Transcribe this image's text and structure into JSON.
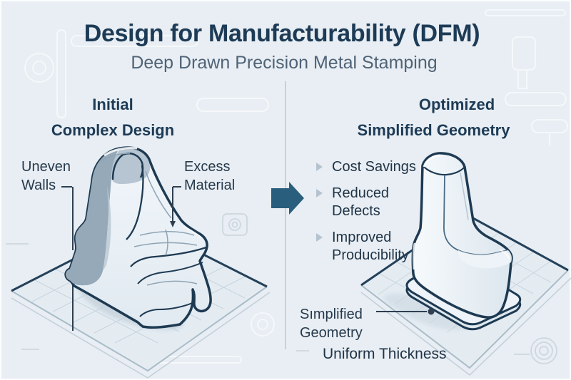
{
  "header": {
    "title": "Design for Manufacturability (DFM)",
    "subtitle": "Deep Drawn Precision Metal Stamping"
  },
  "left_panel": {
    "heading_line1": "Initial",
    "heading_line2": "Complex Design",
    "callout_uneven_walls": "Uneven Walls",
    "callout_excess_material": "Excess Material"
  },
  "right_panel": {
    "heading_line1": "Optimized",
    "heading_line2": "Simplified Geometry",
    "benefits": [
      "Cost Savings",
      "Reduced Defects",
      "Improved Producibility"
    ],
    "callout_simplified_geometry": "Sımplified Geometry",
    "callout_uniform_thickness": "Uniform Thickness"
  },
  "icons": {
    "transform_arrow": "right-arrow",
    "benefit_bullet": "right-triangle"
  },
  "colors": {
    "background": "#e8eef3",
    "title_text": "#1d3b56",
    "subtitle_text": "#4f6377",
    "body_text": "#26394c",
    "part_outline": "#1e3a52",
    "arrow_teal": "#2a5e7d",
    "floor_grid": "#c7d4dd",
    "shaded_face": "#95a9b9"
  }
}
